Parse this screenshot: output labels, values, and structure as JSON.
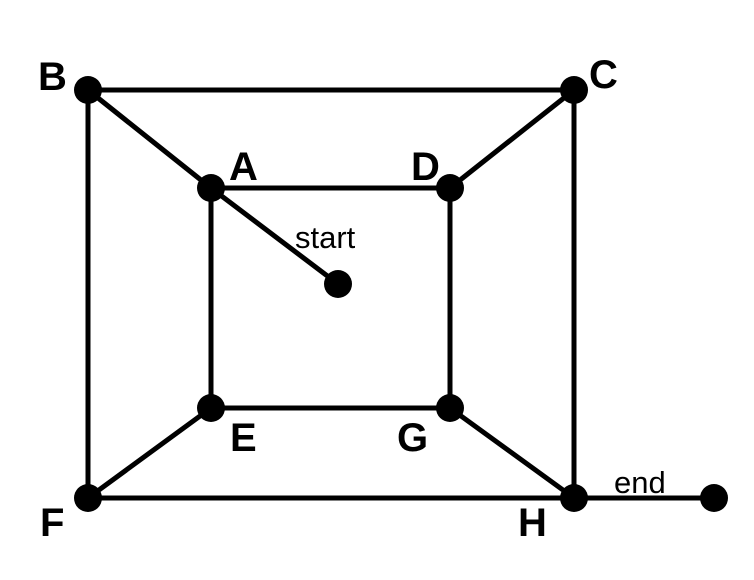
{
  "graph": {
    "vertices": [
      {
        "id": "B",
        "label": "B"
      },
      {
        "id": "C",
        "label": "C"
      },
      {
        "id": "A",
        "label": "A"
      },
      {
        "id": "D",
        "label": "D"
      },
      {
        "id": "E",
        "label": "E"
      },
      {
        "id": "G",
        "label": "G"
      },
      {
        "id": "F",
        "label": "F"
      },
      {
        "id": "H",
        "label": "H"
      },
      {
        "id": "start",
        "label": "start"
      },
      {
        "id": "end",
        "label": "end"
      }
    ],
    "edges": [
      [
        "B",
        "C"
      ],
      [
        "B",
        "F"
      ],
      [
        "C",
        "H"
      ],
      [
        "F",
        "H"
      ],
      [
        "A",
        "D"
      ],
      [
        "A",
        "E"
      ],
      [
        "D",
        "G"
      ],
      [
        "E",
        "G"
      ],
      [
        "B",
        "A"
      ],
      [
        "C",
        "D"
      ],
      [
        "F",
        "E"
      ],
      [
        "H",
        "G"
      ],
      [
        "A",
        "start"
      ],
      [
        "H",
        "end"
      ]
    ]
  },
  "colors": {
    "ink": "#000000",
    "background": "#ffffff"
  }
}
